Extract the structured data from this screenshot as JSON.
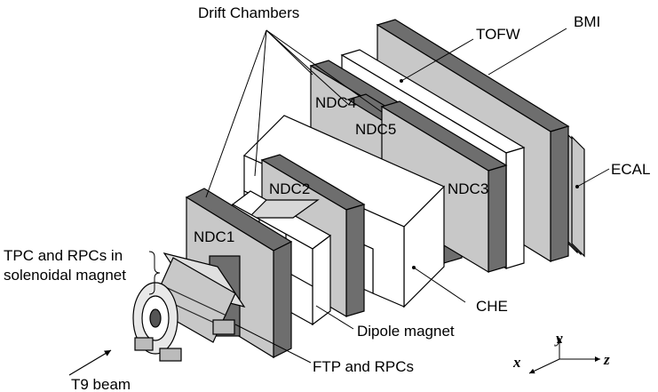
{
  "figure": {
    "title_label": "Drift Chambers",
    "labels": {
      "tofw": "TOFW",
      "bmi": "BMI",
      "ecal": "ECAL",
      "ndc1": "NDC1",
      "ndc2": "NDC2",
      "ndc3": "NDC3",
      "ndc4": "NDC4",
      "ndc5": "NDC5",
      "che": "CHE",
      "tpc_line1": "TPC and RPCs in",
      "tpc_line2": "solenoidal magnet",
      "dipole": "Dipole magnet",
      "ftp": "FTP and RPCs",
      "beam": "T9 beam"
    },
    "axes": {
      "x": "x",
      "y": "y",
      "z": "z"
    },
    "colors": {
      "light_face": "#c8c8c8",
      "dark_edge": "#6e6e6e",
      "white_box": "#ffffff",
      "outline": "#000000"
    }
  }
}
